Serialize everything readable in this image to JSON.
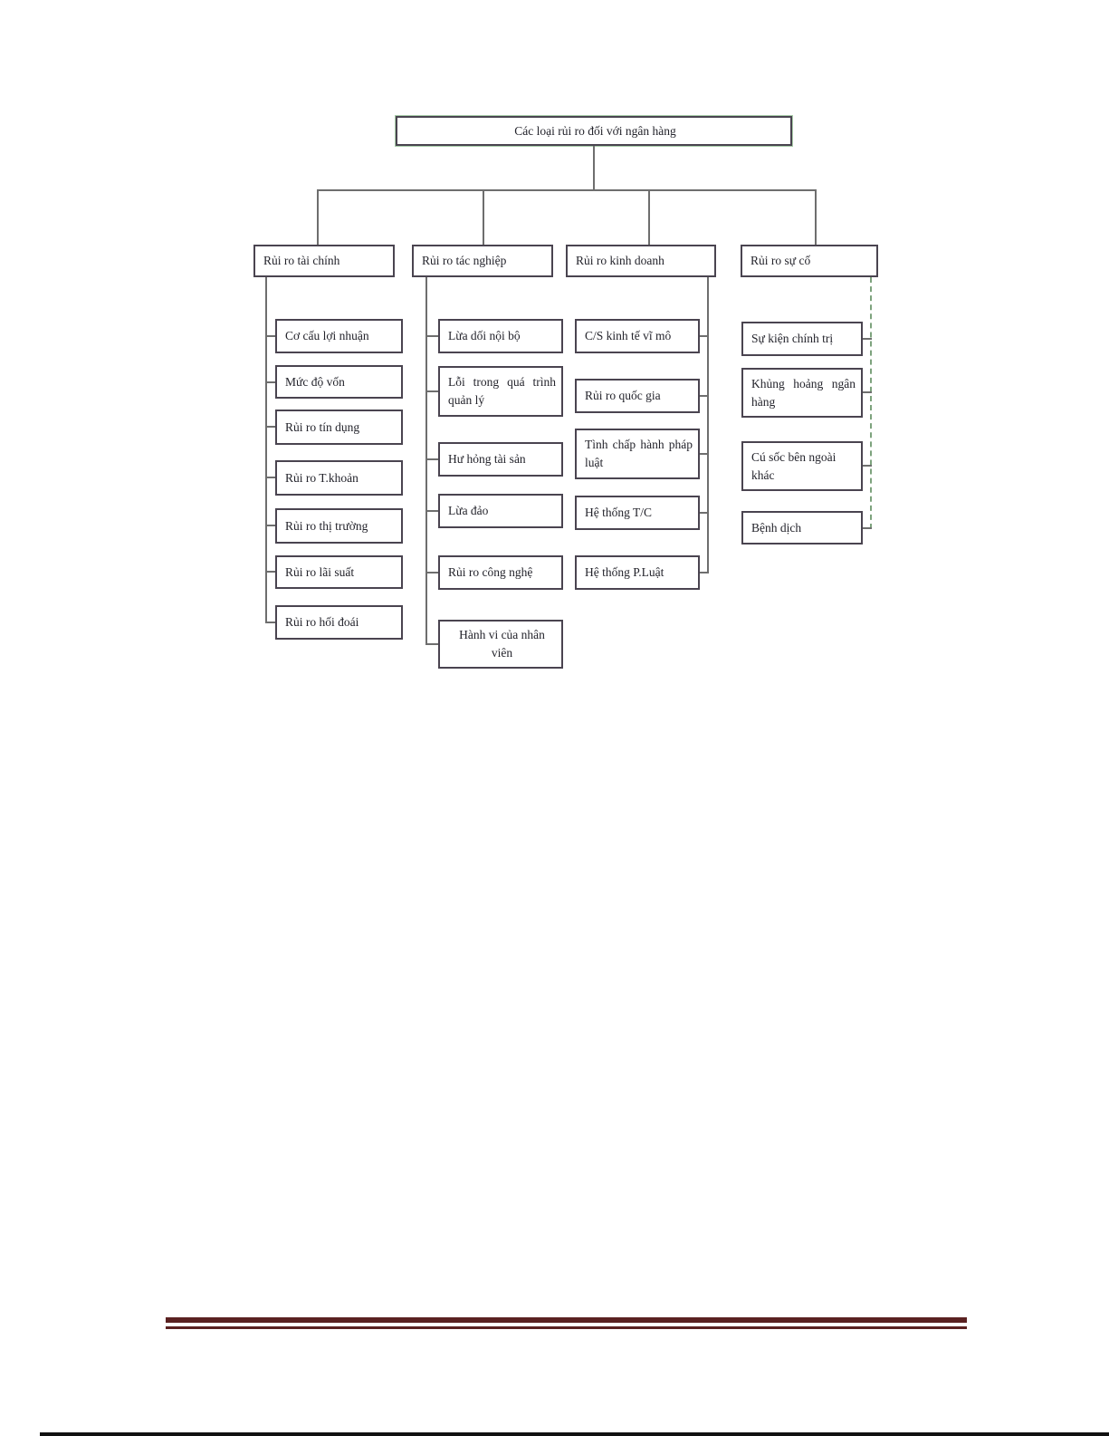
{
  "diagram": {
    "root": "Các loại rủi ro đối với ngân hàng",
    "branches": [
      {
        "label": "Rủi ro tài chính",
        "children": [
          "Cơ cấu lợi nhuận",
          "Mức độ vốn",
          "Rủi ro tín dụng",
          "Rủi ro T.khoản",
          "Rủi ro thị trường",
          "Rủi ro lãi suất",
          "Rủi ro hối đoái"
        ]
      },
      {
        "label": "Rủi ro tác nghiệp",
        "children": [
          "Lừa dối nội bộ",
          "Lỗi trong quá trình quản lý",
          "Hư hỏng tài sản",
          "Lừa đảo",
          "Rủi ro công nghệ",
          "Hành vi của nhân viên"
        ]
      },
      {
        "label": "Rủi ro kinh doanh",
        "children": [
          "C/S kinh tế vĩ mô",
          "Rủi ro quốc gia",
          "Tình chấp hành pháp luật",
          "Hệ thống T/C",
          "Hệ thống P.Luật"
        ]
      },
      {
        "label": "Rủi ro sự cố",
        "children": [
          "Sự kiện chính trị",
          "Khủng hoảng ngân hàng",
          "Cú sốc bên ngoài khác",
          "Bệnh dịch"
        ]
      }
    ]
  },
  "colors": {
    "box_border": "#4a4450",
    "connector": "#6e6e6e",
    "branch4_connector_dashed": "#7da37d",
    "root_outline": "#a8cca8",
    "footer_rule": "#5a2121",
    "page_bottom_edge": "#111111"
  }
}
